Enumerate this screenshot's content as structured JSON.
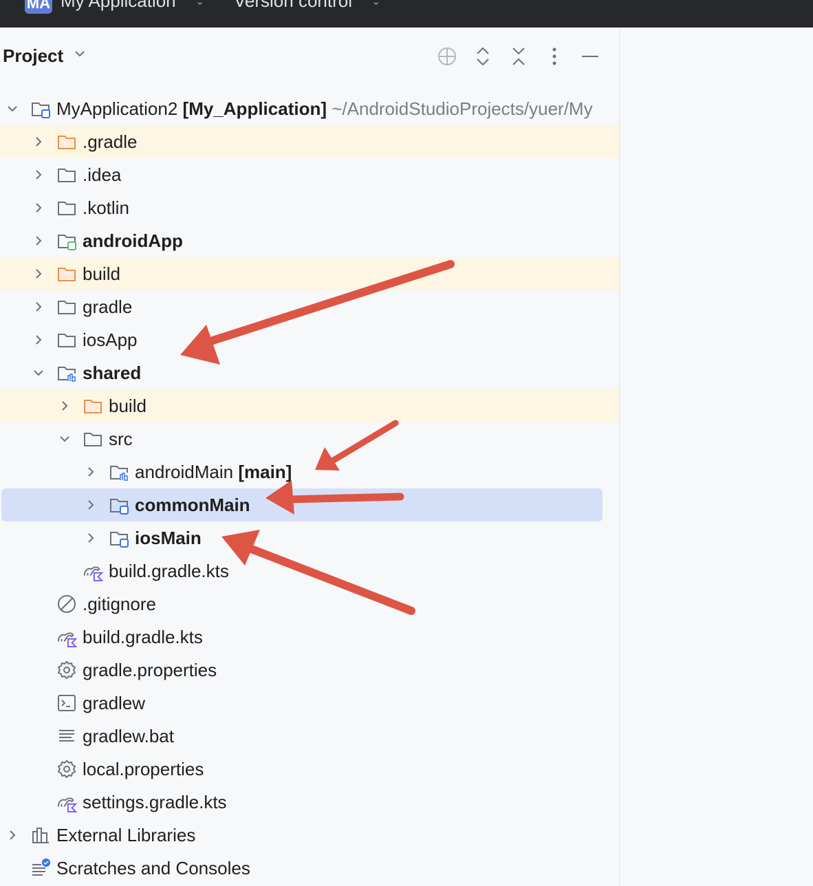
{
  "topbar": {
    "badge": "MA",
    "project_name": "My Application",
    "vcs_label": "Version control"
  },
  "panel": {
    "title": "Project"
  },
  "tree": {
    "root": {
      "name": "MyApplication2",
      "module": "[My_Application]",
      "path": "~/AndroidStudioProjects/yuer/My"
    },
    "items": [
      {
        "label": ".gradle"
      },
      {
        "label": ".idea"
      },
      {
        "label": ".kotlin"
      },
      {
        "label": "androidApp"
      },
      {
        "label": "build"
      },
      {
        "label": "gradle"
      },
      {
        "label": "iosApp"
      },
      {
        "label": "shared"
      },
      {
        "label": "build"
      },
      {
        "label": "src"
      },
      {
        "label": "androidMain",
        "suffix": "[main]"
      },
      {
        "label": "commonMain"
      },
      {
        "label": "iosMain"
      },
      {
        "label": "build.gradle.kts"
      },
      {
        "label": ".gitignore"
      },
      {
        "label": "build.gradle.kts"
      },
      {
        "label": "gradle.properties"
      },
      {
        "label": "gradlew"
      },
      {
        "label": "gradlew.bat"
      },
      {
        "label": "local.properties"
      },
      {
        "label": "settings.gradle.kts"
      },
      {
        "label": "External Libraries"
      },
      {
        "label": "Scratches and Consoles"
      }
    ]
  },
  "colors": {
    "excluded_bg": "#fdf6e3",
    "selected_bg": "#d5e0f8",
    "annotation_arrow": "#dd5544",
    "excluded_folder": "#e8904a",
    "module_blue": "#3574f0",
    "android_green": "#5fb865",
    "kotlin_purple": "#7f52ff"
  }
}
